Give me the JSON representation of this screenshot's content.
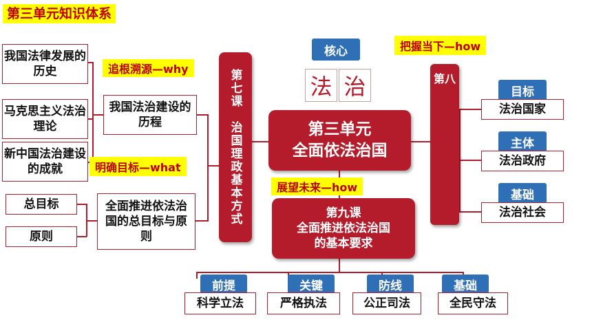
{
  "title": "第三单元知识体系",
  "center": {
    "line1": "第三单元",
    "line2": "全面依法治国"
  },
  "core": {
    "label": "核心",
    "char1": "法",
    "char2": "治"
  },
  "lesson7": {
    "text": "第七课　治国理政基本方式"
  },
  "lesson8": {
    "text": "第八"
  },
  "lesson9": {
    "line1": "第九课",
    "line2": "全面推进依法治国",
    "line3": "的基本要求"
  },
  "tags": {
    "why": "追根溯源—why",
    "what": "明确目标—what",
    "how_top": "把握当下—how",
    "how_mid": "展望未来—how"
  },
  "left_outer": [
    "我国法律发展的历史",
    "马克思主义法治理论",
    "新中国法治建设的成就",
    "总目标",
    "原则"
  ],
  "left_inner": [
    "我国法治建设的历程",
    "全面推进依法治国的总目标与原则"
  ],
  "right_items": [
    {
      "label": "目标",
      "value": "法治国家"
    },
    {
      "label": "主体",
      "value": "法治政府"
    },
    {
      "label": "基础",
      "value": "法治社会"
    }
  ],
  "bottom_items": [
    {
      "label": "前提",
      "value": "科学立法"
    },
    {
      "label": "关键",
      "value": "严格执法"
    },
    {
      "label": "防线",
      "value": "公正司法"
    },
    {
      "label": "基础",
      "value": "全民守法"
    }
  ]
}
